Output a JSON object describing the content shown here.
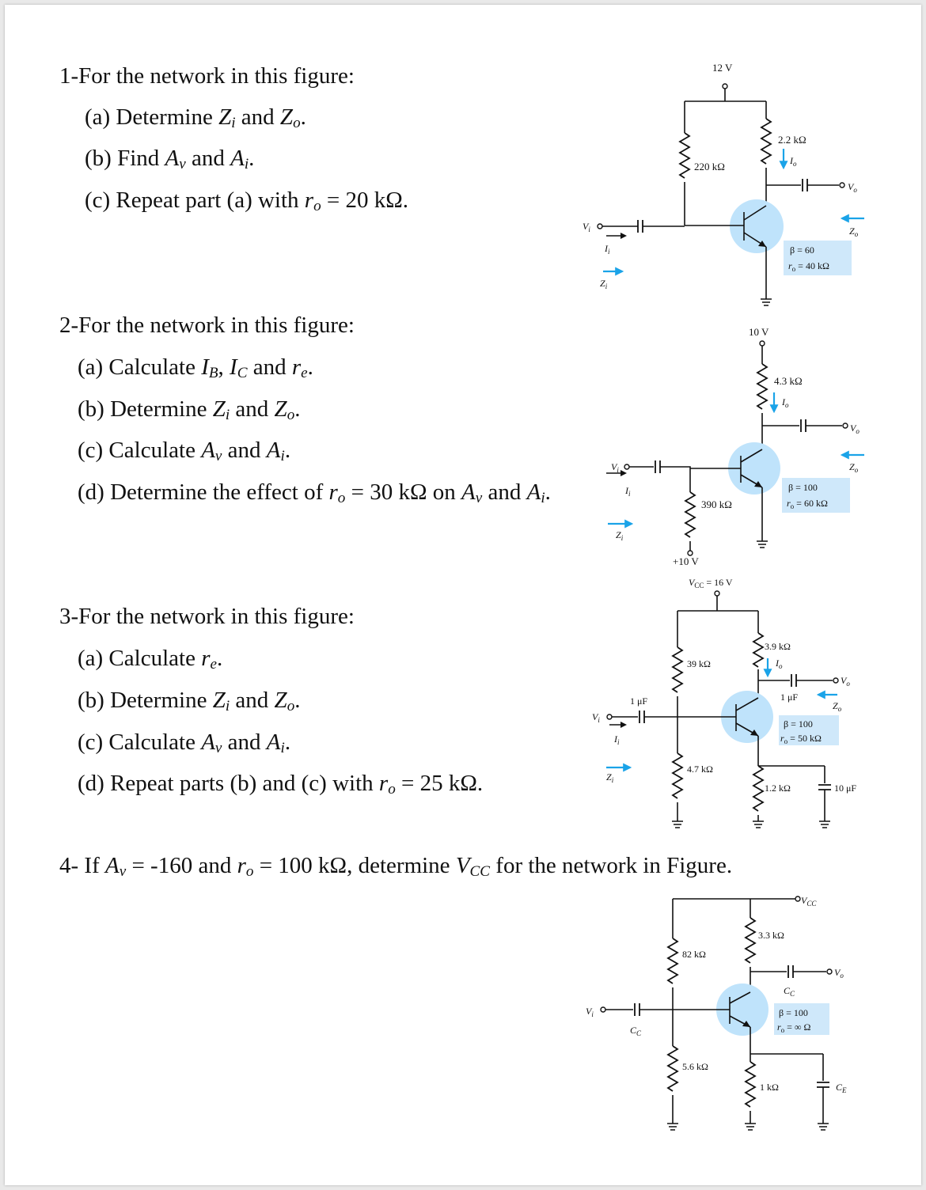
{
  "problems": [
    {
      "heading": "1-For the network in this figure:",
      "parts": {
        "a": {
          "pre": "(a) Determine ",
          "v1": "Z",
          "s1": "i",
          "mid": " and ",
          "v2": "Z",
          "s2": "o",
          "post": "."
        },
        "b": {
          "pre": "(b) Find ",
          "v1": "A",
          "s1": "v",
          "mid": " and ",
          "v2": "A",
          "s2": "i",
          "post": "."
        },
        "c": {
          "pre": "(c) Repeat part (a) with ",
          "v1": "r",
          "s1": "o",
          "post": " = 20 kΩ."
        }
      }
    },
    {
      "heading": "2-For the network in this figure:",
      "parts": {
        "a": {
          "pre": "(a) Calculate ",
          "v1": "I",
          "s1": "B",
          "mid1": ", ",
          "v2": "I",
          "s2": "C",
          "mid2": " and ",
          "v3": "r",
          "s3": "e",
          "post": "."
        },
        "b": {
          "pre": "(b) Determine ",
          "v1": "Z",
          "s1": "i",
          "mid": " and ",
          "v2": "Z",
          "s2": "o",
          "post": "."
        },
        "c": {
          "pre": "(c) Calculate ",
          "v1": "A",
          "s1": "v",
          "mid": " and ",
          "v2": "A",
          "s2": "i",
          "post": "."
        },
        "d": {
          "pre": "(d) Determine the effect of ",
          "v1": "r",
          "s1": "o",
          "mid": " = 30 kΩ on ",
          "v2": "A",
          "s2": "v",
          "mid2": " and ",
          "v3": "A",
          "s3": "i",
          "post": "."
        }
      }
    },
    {
      "heading": "3-For the network in this figure:",
      "parts": {
        "a": {
          "pre": "(a) Calculate ",
          "v1": "r",
          "s1": "e",
          "post": "."
        },
        "b": {
          "pre": "(b) Determine ",
          "v1": "Z",
          "s1": "i",
          "mid": " and ",
          "v2": "Z",
          "s2": "o",
          "post": "."
        },
        "c": {
          "pre": "(c) Calculate ",
          "v1": "A",
          "s1": "v",
          "mid": " and ",
          "v2": "A",
          "s2": "i",
          "post": "."
        },
        "d": {
          "pre": "(d) Repeat parts (b) and (c) with ",
          "v1": "r",
          "s1": "o",
          "post": " = 25 kΩ."
        }
      }
    },
    {
      "heading": {
        "pre": "4- If ",
        "v1": "A",
        "s1": "v",
        "mid": " = -160 and ",
        "v2": "r",
        "s2": "o",
        "mid2": " = 100 kΩ, determine ",
        "v3": "V",
        "s3": "CC",
        "post": " for the network in Figure."
      }
    }
  ],
  "figures": {
    "fig1": {
      "vcc": "12 V",
      "rb": "220 kΩ",
      "rc": "2.2 kΩ",
      "io": "I",
      "io_sub": "o",
      "vo": "V",
      "vo_sub": "o",
      "zo": "Z",
      "zo_sub": "o",
      "vi": "V",
      "vi_sub": "i",
      "ii": "I",
      "ii_sub": "i",
      "zi": "Z",
      "zi_sub": "i",
      "beta": "β = 60",
      "ro": "r",
      "ro_sub": "o",
      "ro_val": " = 40 kΩ"
    },
    "fig2": {
      "vcc": "10 V",
      "rb": "390 kΩ",
      "rc": "4.3 kΩ",
      "vbb": "+10 V",
      "io": "I",
      "io_sub": "o",
      "vo": "V",
      "vo_sub": "o",
      "zo": "Z",
      "zo_sub": "o",
      "vi": "V",
      "vi_sub": "i",
      "ii": "I",
      "ii_sub": "i",
      "zi": "Z",
      "zi_sub": "i",
      "beta": "β = 100",
      "ro": "r",
      "ro_sub": "o",
      "ro_val": " = 60 kΩ"
    },
    "fig3": {
      "vcc_pre": "V",
      "vcc_sub": "CC",
      "vcc_val": " = 16 V",
      "r1": "39 kΩ",
      "r2": "4.7 kΩ",
      "rc": "3.9 kΩ",
      "re": "1.2 kΩ",
      "c_in": "1 μF",
      "c_out": "1 μF",
      "ce": "10 μF",
      "io": "I",
      "io_sub": "o",
      "vo": "V",
      "vo_sub": "o",
      "zo": "Z",
      "zo_sub": "o",
      "vi": "V",
      "vi_sub": "i",
      "ii": "I",
      "ii_sub": "i",
      "zi": "Z",
      "zi_sub": "i",
      "beta": "β = 100",
      "ro": "r",
      "ro_sub": "o",
      "ro_val": " = 50 kΩ"
    },
    "fig4": {
      "vcc": "V",
      "vcc_sub": "CC",
      "r1": "82 kΩ",
      "r2": "5.6 kΩ",
      "rc": "3.3 kΩ",
      "re": "1 kΩ",
      "cc_in": "C",
      "cc_in_sub": "C",
      "cc_out": "C",
      "cc_out_sub": "C",
      "ce": "C",
      "ce_sub": "E",
      "vo": "V",
      "vo_sub": "o",
      "vi": "V",
      "vi_sub": "i",
      "beta": "β = 100",
      "ro": "r",
      "ro_sub": "o",
      "ro_val": " = ∞ Ω"
    }
  }
}
